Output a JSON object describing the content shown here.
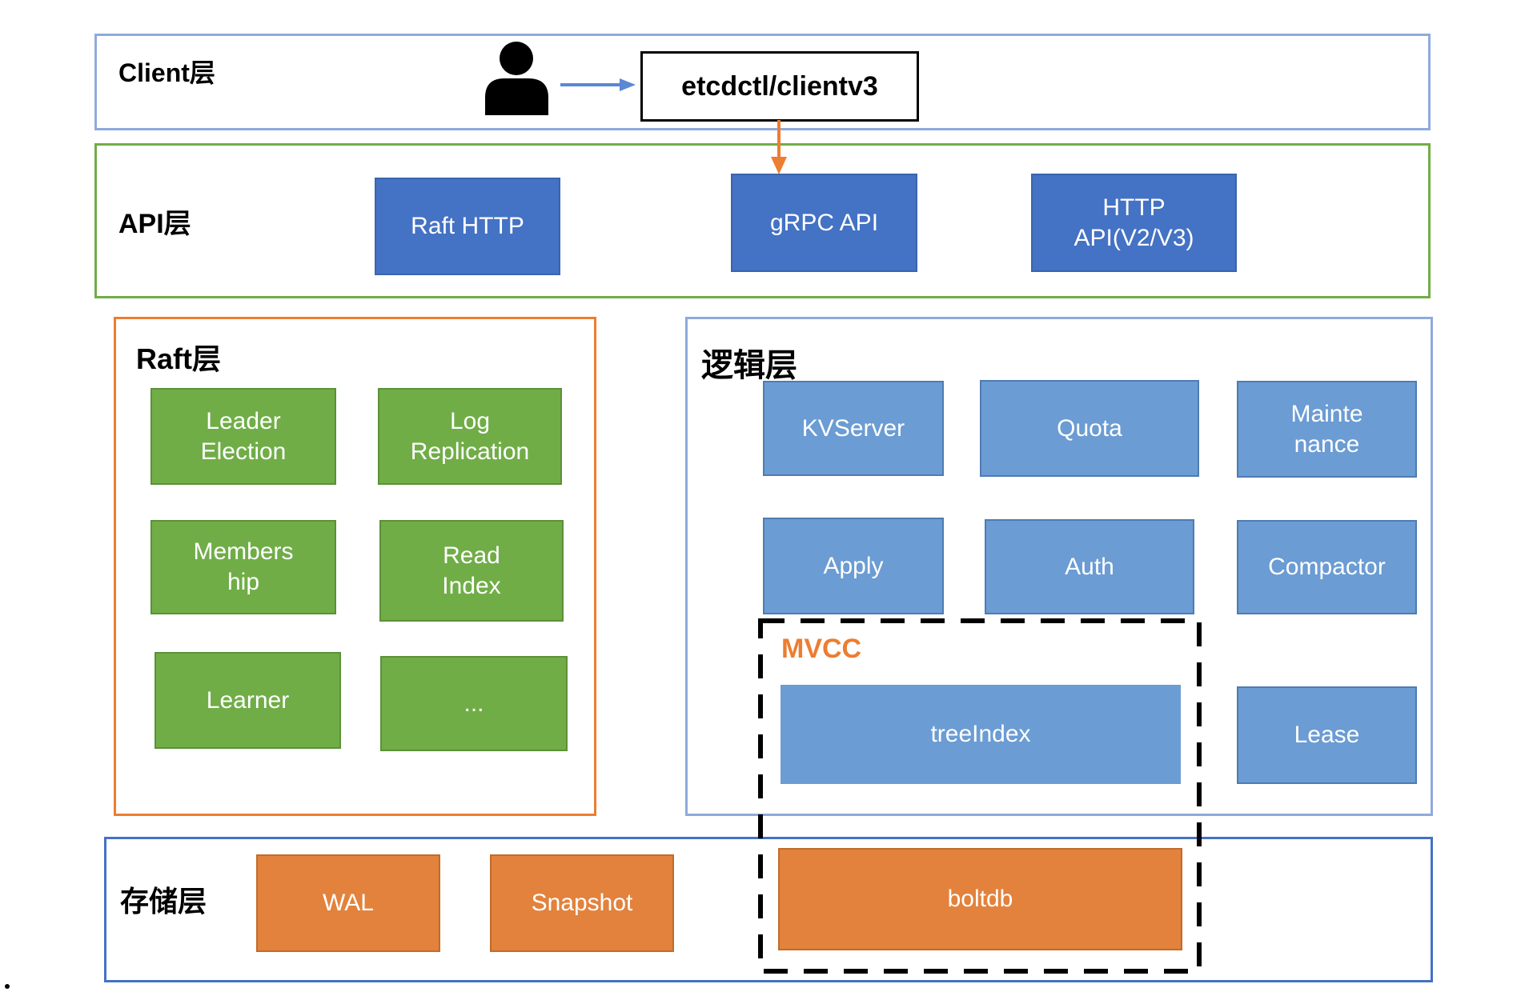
{
  "layers": {
    "client": {
      "label": "Client层",
      "client_box": "etcdctl/clientv3"
    },
    "api": {
      "label": "API层",
      "raft_http": "Raft HTTP",
      "grpc_api": "gRPC API",
      "http_api_line1": "HTTP",
      "http_api_line2": "API(V2/V3)"
    },
    "raft": {
      "label": "Raft层",
      "leader_election_line1": "Leader",
      "leader_election_line2": "Election",
      "log_replication_line1": "Log",
      "log_replication_line2": "Replication",
      "membership_line1": "Members",
      "membership_line2": "hip",
      "read_index_line1": "Read",
      "read_index_line2": "Index",
      "learner": "Learner",
      "more": "..."
    },
    "logic": {
      "label": "逻辑层",
      "kvserver": "KVServer",
      "quota": "Quota",
      "maintenance_line1": "Mainte",
      "maintenance_line2": "nance",
      "apply": "Apply",
      "auth": "Auth",
      "compactor": "Compactor",
      "lease": "Lease",
      "mvcc_label": "MVCC",
      "treeindex": "treeIndex"
    },
    "storage": {
      "label": "存储层",
      "wal": "WAL",
      "snapshot": "Snapshot",
      "boltdb": "boltdb"
    }
  },
  "colors": {
    "dark_blue_fill": "#4472C4",
    "light_blue_fill": "#6B9CD3",
    "green_fill": "#70AD47",
    "orange_fill": "#E2823D",
    "client_border": "#8FAADC",
    "api_border": "#70AD47",
    "raft_border": "#ED7D31",
    "logic_border": "#8FAADC",
    "storage_border": "#4472C4",
    "blue_arrow": "#5B87D5",
    "orange_arrow": "#ED7D31",
    "mvcc_text": "#ED7D31"
  }
}
